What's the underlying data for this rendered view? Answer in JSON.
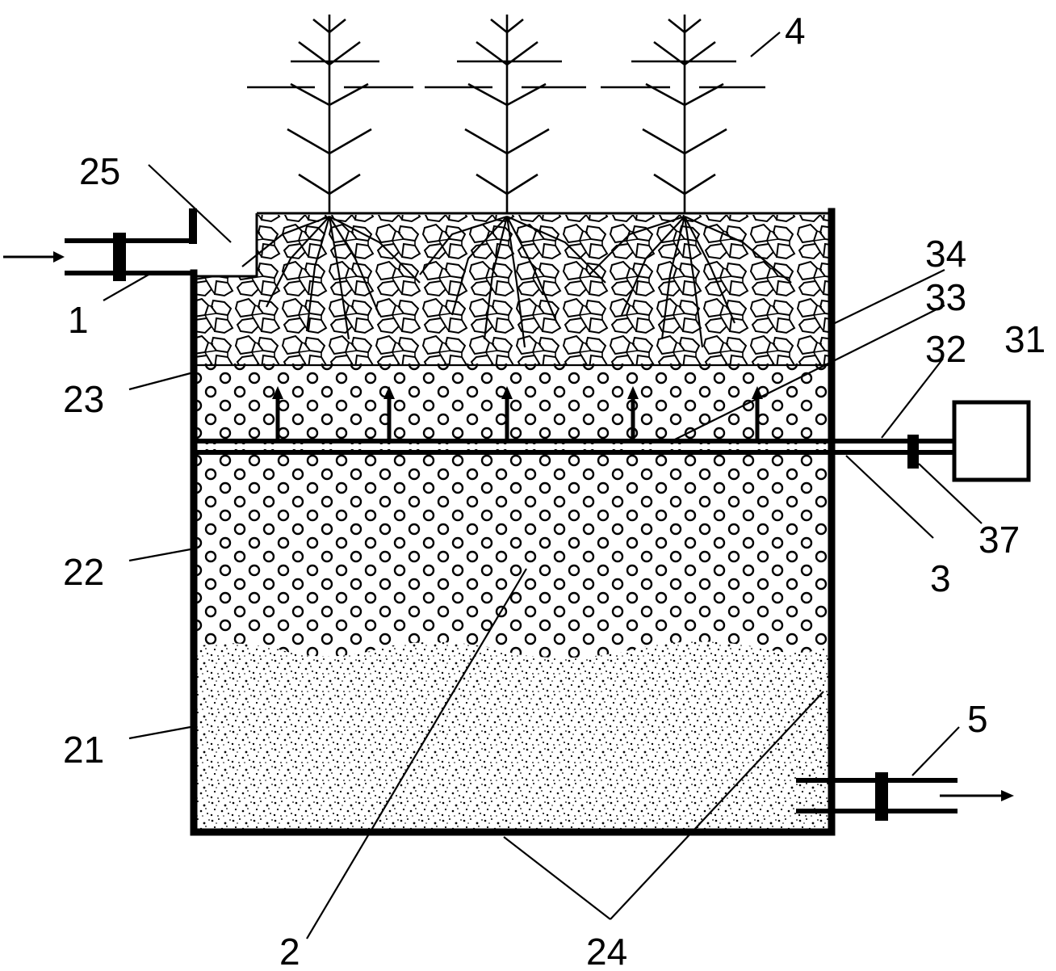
{
  "labels": {
    "inlet_pipe": "1",
    "tank": "2",
    "aeration_pipe": "3",
    "plants": "4",
    "outlet_pipe": "5",
    "layer_bottom": "21",
    "layer_middle": "22",
    "layer_upper": "23",
    "tank_walls": "24",
    "inlet_opening": "25",
    "blower": "31",
    "main_air_pipe": "32",
    "branch_pipes": "33",
    "top_layer": "34",
    "valve": "37"
  }
}
